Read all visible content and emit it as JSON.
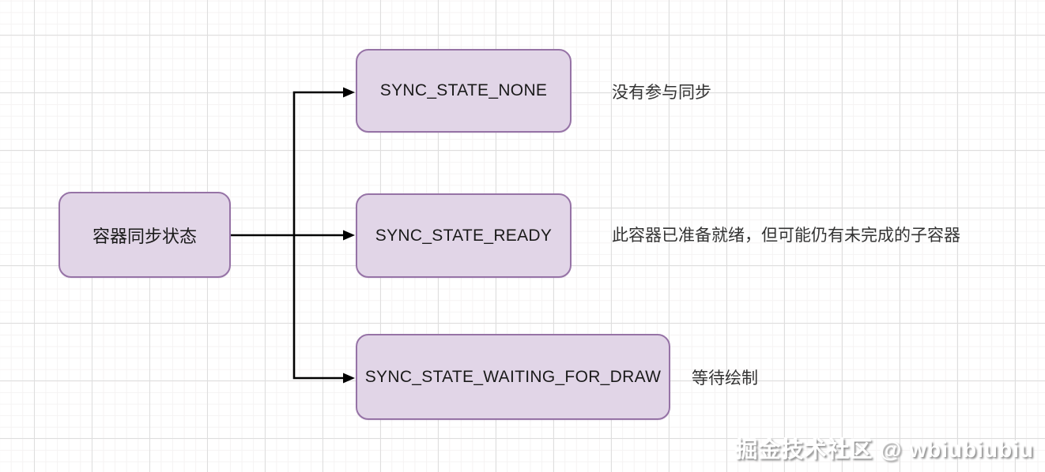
{
  "diagram": {
    "root_node": {
      "label": "容器同步状态"
    },
    "state_nodes": [
      {
        "label": "SYNC_STATE_NONE",
        "annotation": "没有参与同步"
      },
      {
        "label": "SYNC_STATE_READY",
        "annotation": "此容器已准备就绪，但可能仍有未完成的子容器"
      },
      {
        "label": "SYNC_STATE_WAITING_FOR_DRAW",
        "annotation": "等待绘制"
      }
    ]
  },
  "watermark": {
    "text": "掘金技术社区 @ wbiubiubiu"
  },
  "colors": {
    "node_fill": "#E1D5E7",
    "node_border": "#9673A6",
    "arrow": "#000000",
    "node_label_text": "#1A1A1A",
    "annotation_text": "#333333",
    "grid_major": "#DEDEDE",
    "grid_minor": "#F5F3F3",
    "background": "#FFFFFF"
  }
}
